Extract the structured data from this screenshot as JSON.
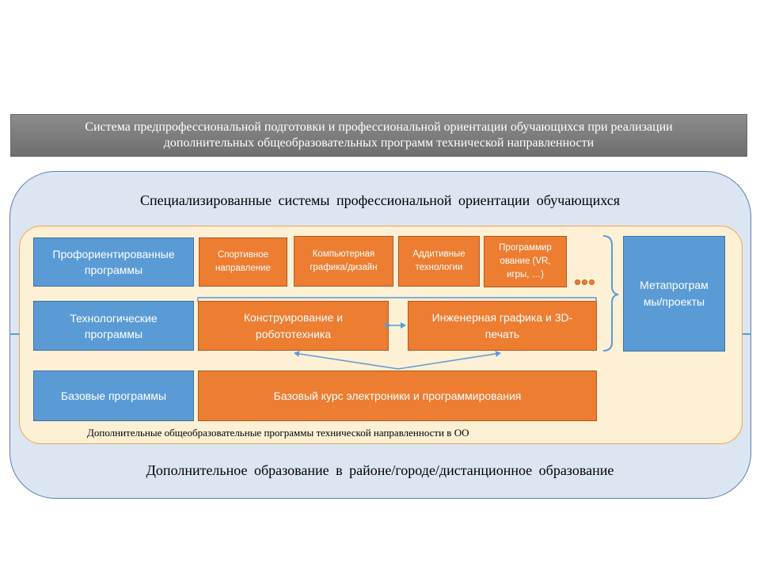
{
  "banner": {
    "line1": "Система предпрофессиональной подготовки и профессиональной ориентации обучающихся при реализации",
    "line2": "дополнительных общеобразовательных программ технической направленности"
  },
  "outer": {
    "title": "Специализированные  системы  профессиональной  ориентации  обучающихся",
    "bottom": "Дополнительное  образование  в  районе/городе/дистанционное  образование"
  },
  "inner": {
    "caption": "Дополнительные общеобразовательные программы технической направленности в ОО"
  },
  "left_column": {
    "prof_line1": "Профориентированные",
    "prof_line2": "программы",
    "tech_line1": "Технологические",
    "tech_line2": "программы",
    "base": "Базовые программы"
  },
  "top_row": {
    "sport_line1": "Спортивное",
    "sport_line2": "направление",
    "graphics_line1": "Компьютерная",
    "graphics_line2": "графика/дизайн",
    "additive_line1": "Аддитивные",
    "additive_line2": "технологии",
    "programming_line1": "Программир",
    "programming_line2": "ование (VR,",
    "programming_line3": "игры, …)"
  },
  "middle_row": {
    "robotics_line1": "Конструирование и",
    "robotics_line2": "робототехника",
    "engineering_line1": "Инженерная графика и 3D-",
    "engineering_line2": "печать"
  },
  "base_course": "Базовый курс электроники и программирования",
  "meta": {
    "line1": "Метапрограм",
    "line2": "мы/проекты"
  },
  "colors": {
    "blue": "#5b9bd5",
    "orange": "#ed7d31",
    "banner_gray": "#7f7f7f",
    "outer_fill": "#dce6f2",
    "inner_fill": "#fdf0d5"
  }
}
